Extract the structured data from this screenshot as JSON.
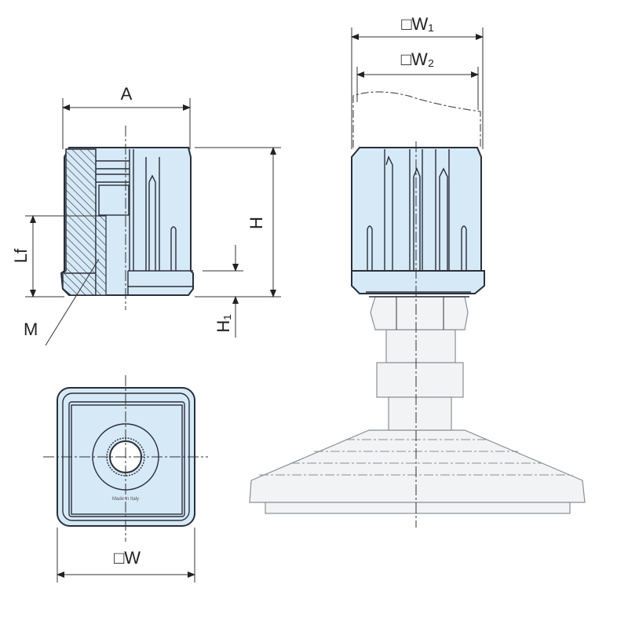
{
  "title": "Square tube leveling foot insert - dimension drawing",
  "labels": {
    "A": "A",
    "H": "H",
    "Lf": "Lf",
    "M": "M",
    "H1": "H₁",
    "W": "□W",
    "W1": "□W₁",
    "W2": "□W₂"
  },
  "marking": "Made in Italy",
  "colors": {
    "part_fill": "#d6e9f7",
    "outline": "#2a2f3a",
    "foot_outline": "#8a8f96"
  }
}
